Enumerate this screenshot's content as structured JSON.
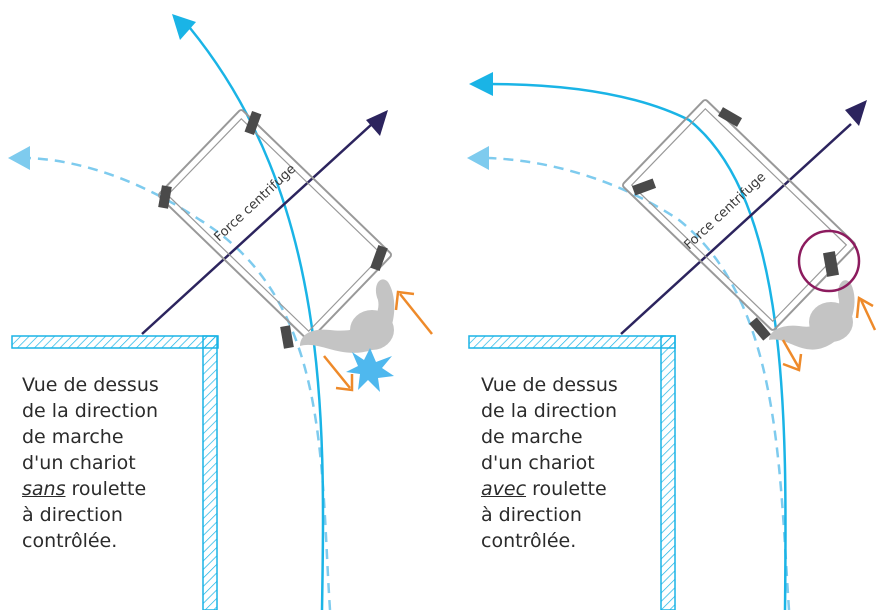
{
  "colors": {
    "path_current": "#1ab4e6",
    "path_intended": "#7ecbee",
    "force_arrow": "#2c245e",
    "reaction_arrow": "#ee8a2a",
    "cart_outline": "#999999",
    "wheel": "#4a4a4a",
    "operator": "#c4c4c4",
    "wall": "#1ab4e6",
    "highlight_circle": "#8c1b5e",
    "impact_burst": "#4fb8ee"
  },
  "icons": [
    "cart-outline",
    "wheel",
    "operator-silhouette",
    "impact-burst",
    "highlight-circle",
    "wall-corner"
  ],
  "left": {
    "force_label": "Force centrifuge",
    "caption_lines": [
      "Vue de dessus",
      "de la direction",
      "de marche",
      "d'un chariot"
    ],
    "caption_em": "sans",
    "caption_em_rest": " roulette",
    "caption_tail": [
      "à direction",
      "contrôlée."
    ]
  },
  "right": {
    "force_label": "Force centrifuge",
    "caption_lines": [
      "Vue de dessus",
      "de la direction",
      "de marche",
      "d'un chariot"
    ],
    "caption_em": "avec",
    "caption_em_rest": " roulette",
    "caption_tail": [
      "à direction",
      "contrôlée."
    ]
  }
}
